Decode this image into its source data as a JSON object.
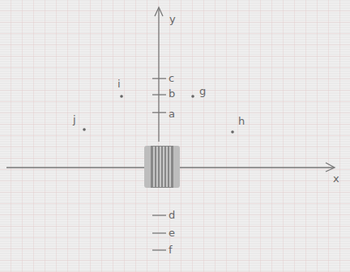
{
  "diagram": {
    "labels": [
      "y",
      "c",
      "b",
      "a",
      "i",
      "g",
      "j",
      "h",
      "x",
      "d",
      "e",
      "f"
    ]
  }
}
